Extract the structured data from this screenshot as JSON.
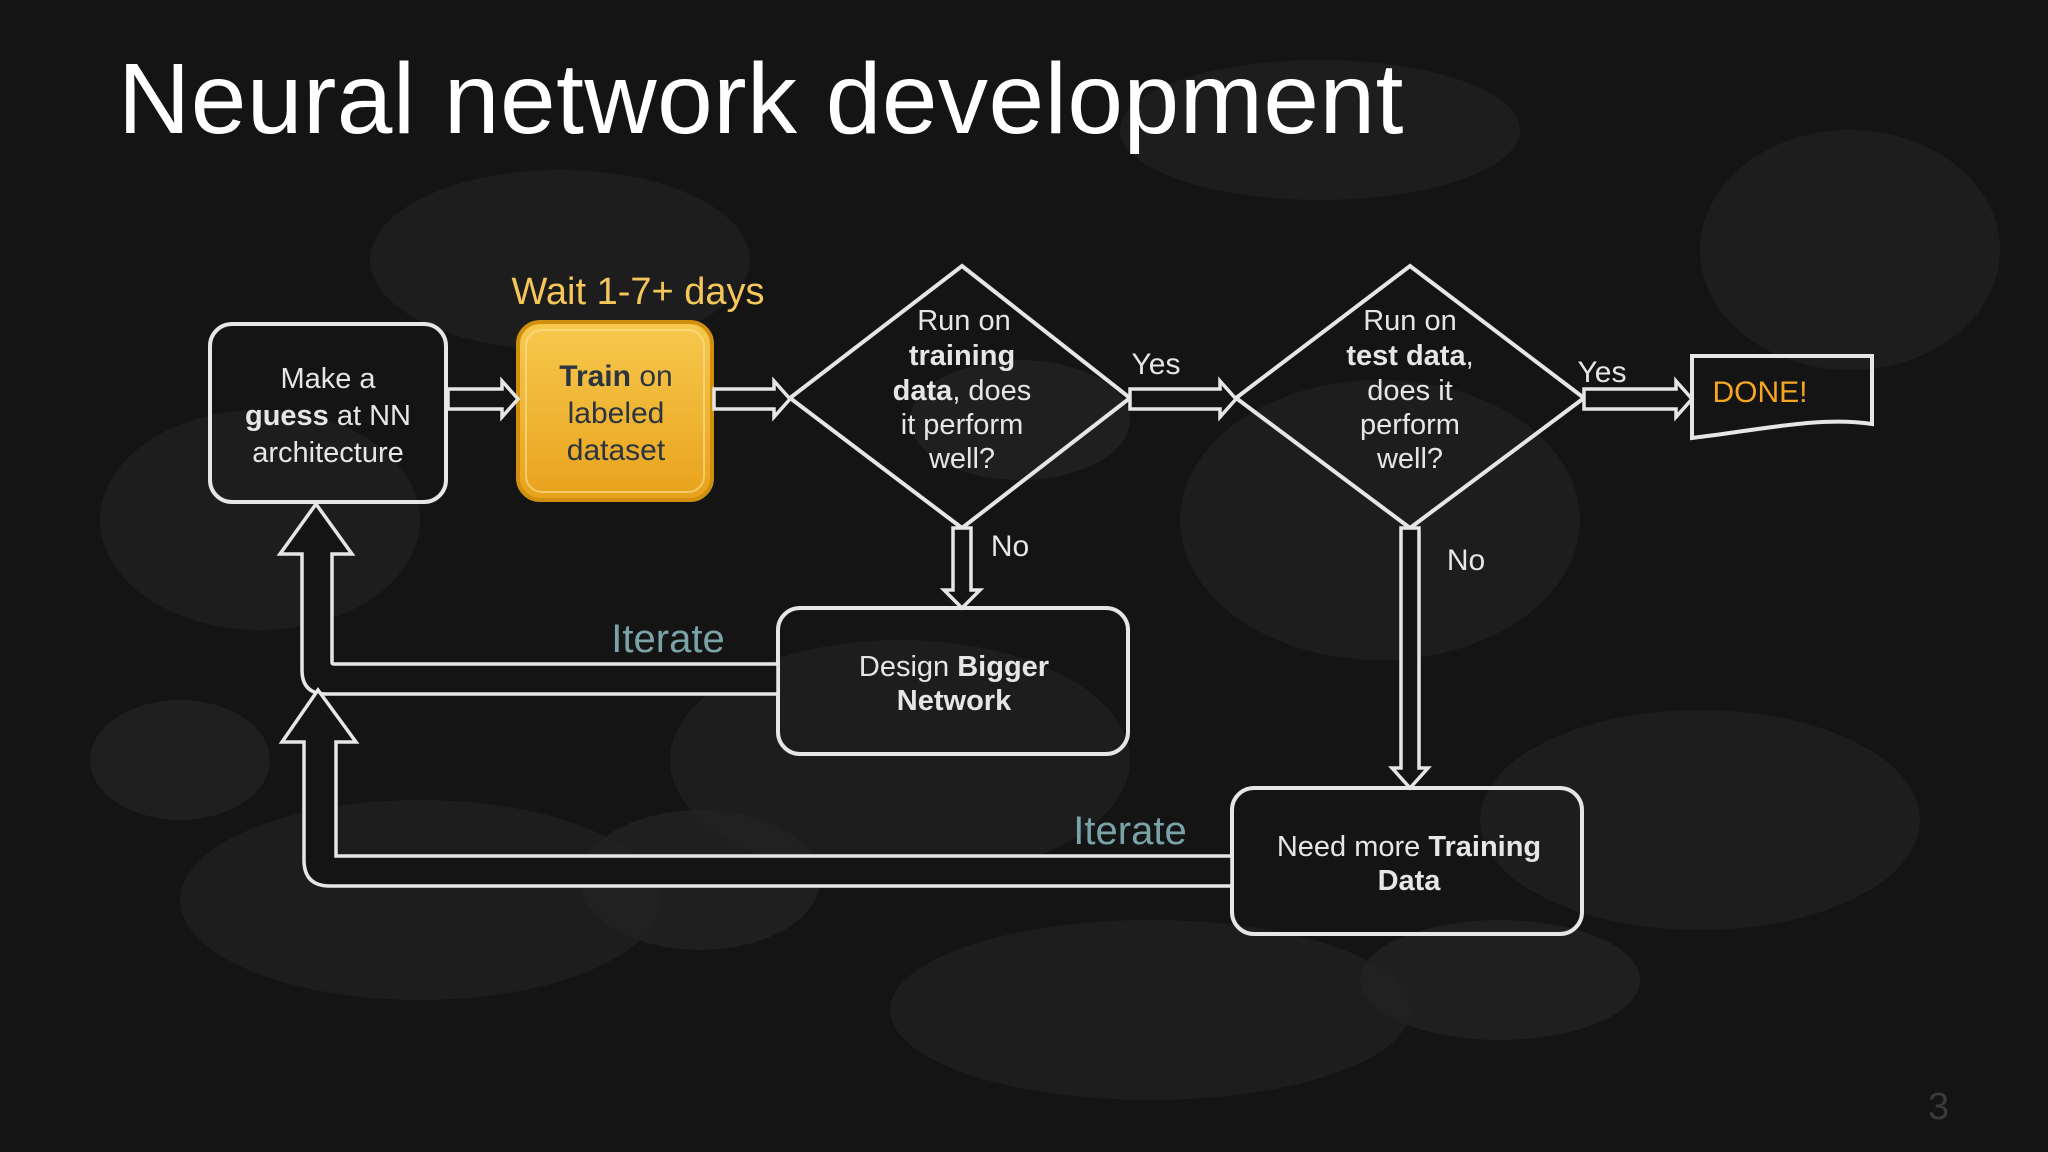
{
  "slide": {
    "title": "Neural network development",
    "page_number": "3"
  },
  "diagram": {
    "wait_label": "Wait 1-7+ days",
    "guess_box": {
      "line1": "Make a",
      "line2_bold": "guess",
      "line2_rest": " at NN",
      "line3": "architecture"
    },
    "train_box": {
      "line1_bold": "Train",
      "line1_rest": " on",
      "line2": "labeled",
      "line3": "dataset"
    },
    "train_decision": {
      "line1": "Run on",
      "line2_bold": "training",
      "line3_bold": "data",
      "line3_rest": ", does",
      "line4": "it perform",
      "line5": "well?"
    },
    "test_decision": {
      "line1": "Run on",
      "line2_bold": "test data",
      "line2_rest": ",",
      "line3": "does it",
      "line4": "perform",
      "line5": "well?"
    },
    "done_box": {
      "label": "DONE!"
    },
    "bigger_box": {
      "line1_plain": "Design ",
      "line1_bold": "Bigger",
      "line2_bold": "Network"
    },
    "more_data_box": {
      "line1_plain": "Need more ",
      "line1_bold": "Training",
      "line2_bold": "Data"
    },
    "edge_labels": {
      "yes1": "Yes",
      "yes2": "Yes",
      "no1": "No",
      "no2": "No",
      "iterate1": "Iterate",
      "iterate2": "Iterate"
    }
  },
  "colors": {
    "background": "#141414",
    "line": "#e6e6e6",
    "highlight_fill": "#f2b632",
    "highlight_text": "#2b3440",
    "wait_text": "#f5c75a",
    "done_text": "#f5a623",
    "iterate_text": "#7aa3a8"
  }
}
